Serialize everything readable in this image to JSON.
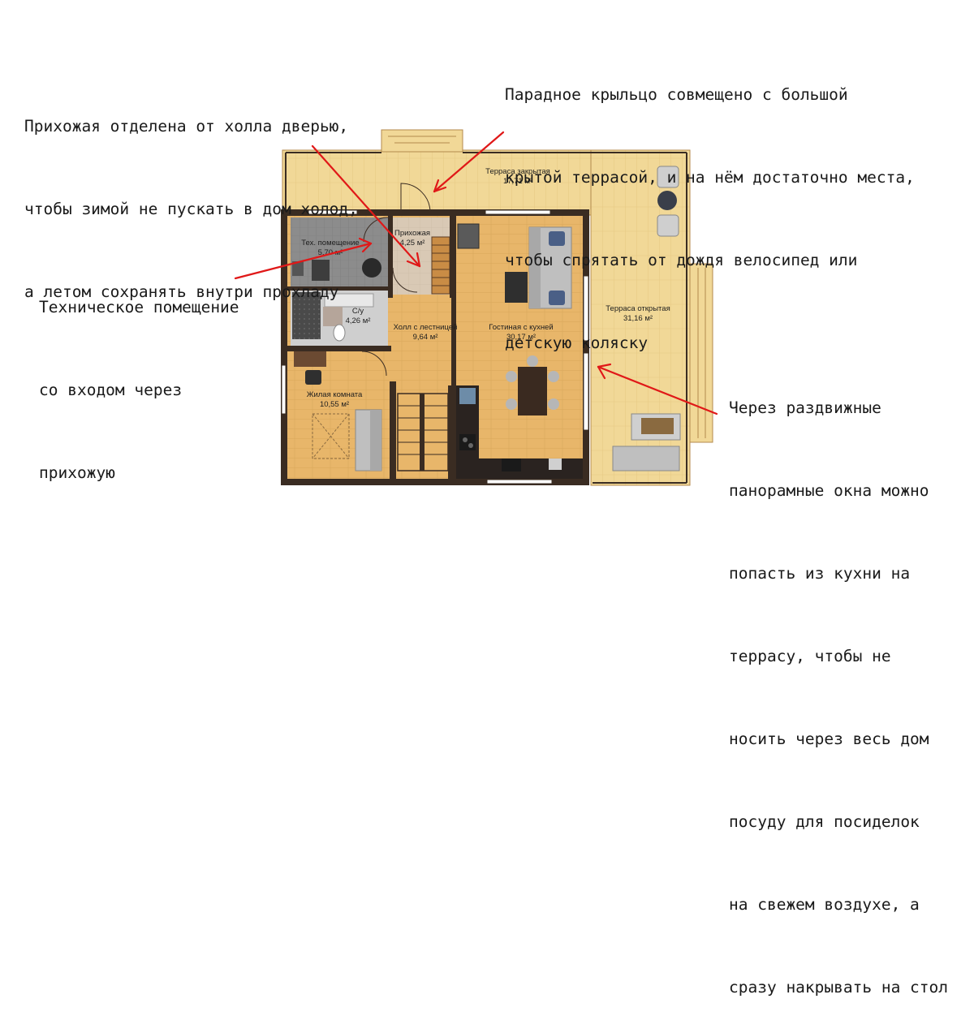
{
  "annotations": {
    "hallway_door": [
      "Прихожая отделена от холла дверью,",
      "чтобы зимой не пускать в дом холод,",
      "а летом сохранять внутри прохладу"
    ],
    "porch": [
      "Парадное крыльцо совмещено с большой",
      "крытой террасой, и на нём достаточно места,",
      "чтобы спрятать от дождя велосипед или",
      "детскую коляску"
    ],
    "tech_room": [
      "Техническое помещение",
      "со входом через",
      "прихожую"
    ],
    "windows": [
      "Через раздвижные",
      "панорамные окна можно",
      "попасть из кухни на",
      "террасу, чтобы не",
      "носить через весь дом",
      "посуду для посиделок",
      "на свежем воздухе, а",
      "сразу накрывать на стол"
    ]
  },
  "rooms": {
    "terrace_closed": {
      "name": "Терраса закрытая",
      "area": "17,71 м²"
    },
    "tech_room": {
      "name": "Тех. помещение",
      "area": "5,70 м²"
    },
    "hallway": {
      "name": "Прихожая",
      "area": "4,25 м²"
    },
    "bathroom": {
      "name": "С/у",
      "area": "4,26 м²"
    },
    "stair_hall": {
      "name": "Холл с лестницей",
      "area": "9,64 м²"
    },
    "living_kitchen": {
      "name": "Гостиная с кухней",
      "area": "30,17 м²"
    },
    "terrace_open": {
      "name": "Терраса открытая",
      "area": "31,16 м²"
    },
    "bedroom": {
      "name": "Жилая комната",
      "area": "10,55 м²"
    }
  },
  "colors": {
    "wood_floor": "#e8b66a",
    "terrace_floor": "#f1d897",
    "wall": "#3a2c22",
    "arrow": "#e01818",
    "tile_floor": "#8c8c8c",
    "hall_tile": "#d9c9b5"
  }
}
